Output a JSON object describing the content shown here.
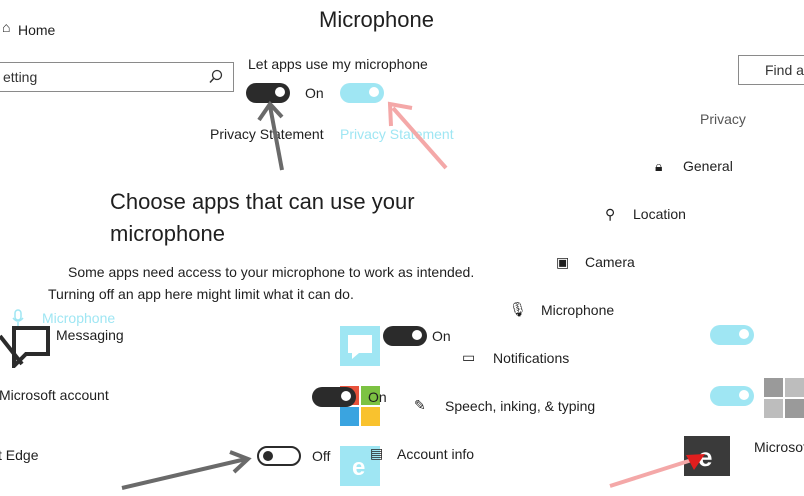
{
  "left_nav": {
    "home_label": "Home",
    "search_text": "etting",
    "category_label": "Microphone"
  },
  "left_apps": [
    {
      "name": "Messaging"
    },
    {
      "name": "Microsoft account"
    },
    {
      "name": "t Edge"
    }
  ],
  "page": {
    "title": "Microphone",
    "master_toggle_label": "Let apps use my microphone",
    "master_state": "On",
    "privacy_statement": "Privacy Statement",
    "privacy_statement_link": "Privacy Statement",
    "apps_heading": "Choose apps that can use your microphone",
    "apps_desc_line1": "Some apps need access to your microphone to work as intended.",
    "apps_desc_line2": "Turning off an app here might limit what it can do."
  },
  "app_toggles": [
    {
      "state": "On"
    },
    {
      "state": "On"
    },
    {
      "state": "Off"
    }
  ],
  "right_nav": {
    "search_placeholder": "Find a",
    "section_title": "Privacy",
    "items": [
      {
        "label": "General",
        "icon": "lock-icon"
      },
      {
        "label": "Location",
        "icon": "location-icon"
      },
      {
        "label": "Camera",
        "icon": "camera-icon"
      },
      {
        "label": "Microphone",
        "icon": "microphone-icon"
      },
      {
        "label": "Notifications",
        "icon": "notifications-icon"
      },
      {
        "label": "Speech, inking, & typing",
        "icon": "speech-icon"
      },
      {
        "label": "Account info",
        "icon": "account-info-icon"
      }
    ],
    "edge_label": "Microsof"
  },
  "colors": {
    "accent": "#9fe6f3",
    "tile_blue": "#9fe6f3",
    "arrow_gray": "#6a6a6a",
    "arrow_pink": "#f4a8a8",
    "dark": "#2b2b2b"
  }
}
